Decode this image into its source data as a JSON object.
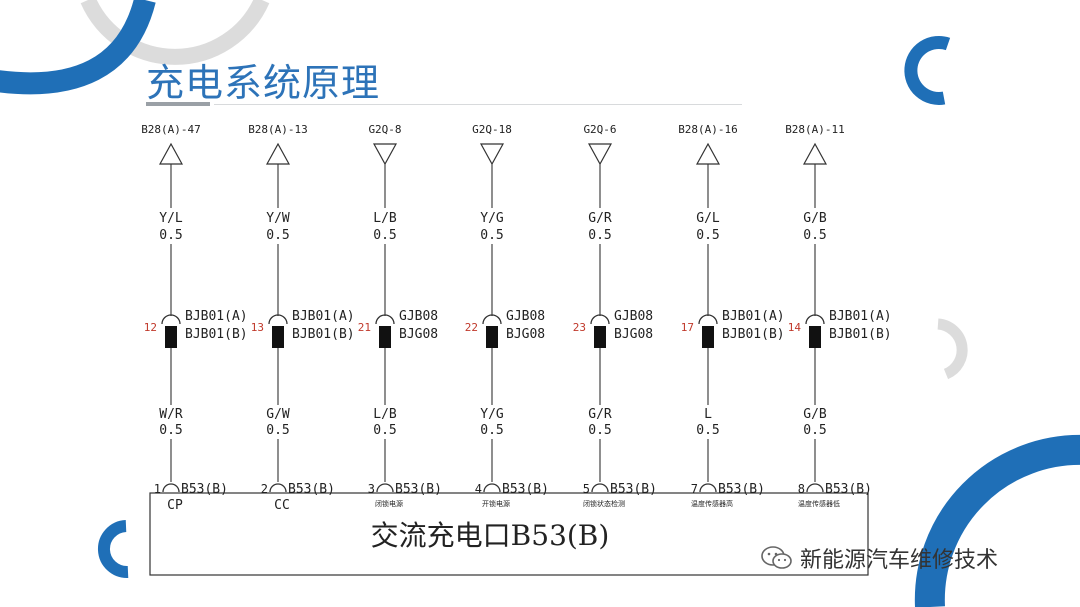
{
  "title": "充电系统原理",
  "watermark": "新能源汽车维修技术",
  "connector_title": "交流充电口B53(B)",
  "colors": {
    "accent": "#1f6fb7",
    "title": "#2d73b8",
    "grey_arc": "#dcdcdc",
    "line": "#333333",
    "pin_number": "#c0392b"
  },
  "circuits": [
    {
      "top_label": "B28(A)-47",
      "dir": "up",
      "wire_top": "Y/L",
      "gauge_top": "0.5",
      "pin": "12",
      "conn_a": "BJB01(A)",
      "conn_b": "BJB01(B)",
      "wire_bottom": "W/R",
      "gauge_bottom": "0.5",
      "bottom_pin": "1",
      "bottom_conn": "B53(B)",
      "function": "CP"
    },
    {
      "top_label": "B28(A)-13",
      "dir": "up",
      "wire_top": "Y/W",
      "gauge_top": "0.5",
      "pin": "13",
      "conn_a": "BJB01(A)",
      "conn_b": "BJB01(B)",
      "wire_bottom": "G/W",
      "gauge_bottom": "0.5",
      "bottom_pin": "2",
      "bottom_conn": "B53(B)",
      "function": "CC"
    },
    {
      "top_label": "G2Q-8",
      "dir": "down",
      "wire_top": "L/B",
      "gauge_top": "0.5",
      "pin": "21",
      "conn_a": "GJB08",
      "conn_b": "BJG08",
      "wire_bottom": "L/B",
      "gauge_bottom": "0.5",
      "bottom_pin": "3",
      "bottom_conn": "B53(B)",
      "function": "闭锁电源"
    },
    {
      "top_label": "G2Q-18",
      "dir": "down",
      "wire_top": "Y/G",
      "gauge_top": "0.5",
      "pin": "22",
      "conn_a": "GJB08",
      "conn_b": "BJG08",
      "wire_bottom": "Y/G",
      "gauge_bottom": "0.5",
      "bottom_pin": "4",
      "bottom_conn": "B53(B)",
      "function": "开锁电源"
    },
    {
      "top_label": "G2Q-6",
      "dir": "down",
      "wire_top": "G/R",
      "gauge_top": "0.5",
      "pin": "23",
      "conn_a": "GJB08",
      "conn_b": "BJG08",
      "wire_bottom": "G/R",
      "gauge_bottom": "0.5",
      "bottom_pin": "5",
      "bottom_conn": "B53(B)",
      "function": "闭锁状态检测"
    },
    {
      "top_label": "B28(A)-16",
      "dir": "up",
      "wire_top": "G/L",
      "gauge_top": "0.5",
      "pin": "17",
      "conn_a": "BJB01(A)",
      "conn_b": "BJB01(B)",
      "wire_bottom": "L",
      "gauge_bottom": "0.5",
      "bottom_pin": "7",
      "bottom_conn": "B53(B)",
      "function": "温度传感器高"
    },
    {
      "top_label": "B28(A)-11",
      "dir": "up",
      "wire_top": "G/B",
      "gauge_top": "0.5",
      "pin": "14",
      "conn_a": "BJB01(A)",
      "conn_b": "BJB01(B)",
      "wire_bottom": "G/B",
      "gauge_bottom": "0.5",
      "bottom_pin": "8",
      "bottom_conn": "B53(B)",
      "function": "温度传感器低"
    }
  ]
}
